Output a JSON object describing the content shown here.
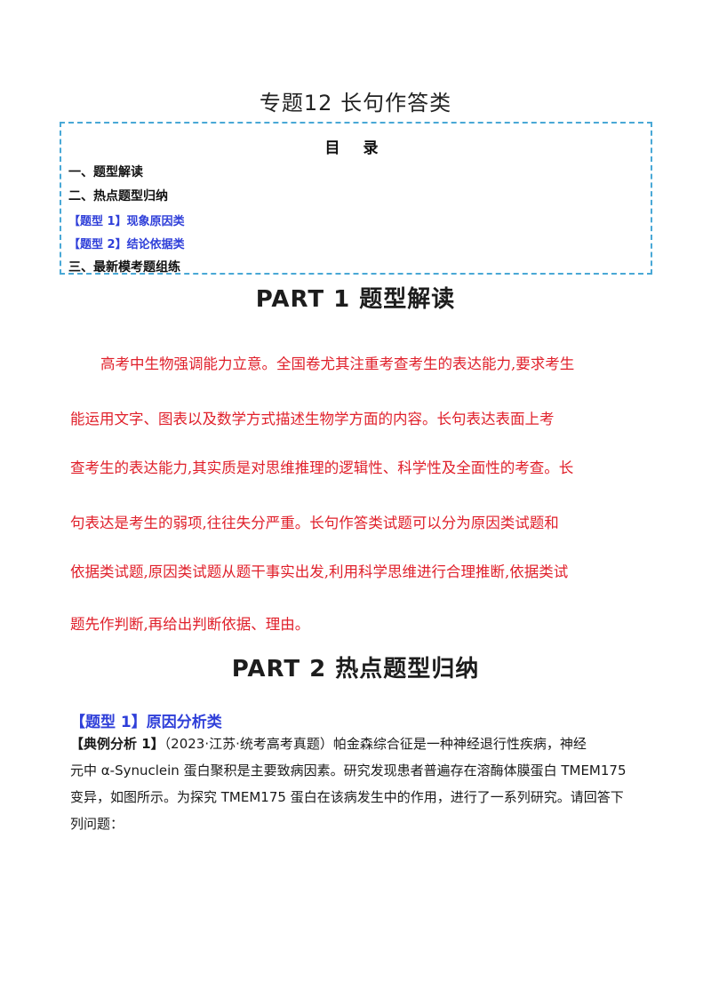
{
  "title": "专题12    长句作答类",
  "toc": {
    "heading": "目 录",
    "items": [
      {
        "label": "一、题型解读",
        "style": "normal"
      },
      {
        "label": "二、热点题型归纳",
        "style": "normal"
      },
      {
        "label": "【题型 1】现象原因类",
        "style": "link"
      },
      {
        "label": "【题型 2】结论依据类",
        "style": "link"
      },
      {
        "label": "三、最新模考题组练",
        "style": "normal"
      }
    ]
  },
  "part1": {
    "banner": "PART 1 题型解读"
  },
  "intro_lines": [
    "高考中生物强调能力立意。全国卷尤其注重考查考生的表达能力,要求考生",
    "能运用文字、图表以及数学方式描述生物学方面的内容。长句表达表面上考",
    "查考生的表达能力,其实质是对思维推理的逻辑性、科学性及全面性的考查。长",
    "句表达是考生的弱项,往往失分严重。长句作答类试题可以分为原因类试题和",
    "依据类试题,原因类试题从题干事实出发,利用科学思维进行合理推断,依据类试",
    "题先作判断,再给出判断依据、理由。"
  ],
  "part2": {
    "banner": "PART 2 热点题型归纳"
  },
  "section": {
    "heading": "【题型 1】原因分析类"
  },
  "example": {
    "tag": "【典例分析 1】",
    "line1_rest": "（2023·江苏·统考高考真题）帕金森综合征是一种神经退行性疾病，神经",
    "line2": "元中 α-Synuclein 蛋白聚积是主要致病因素。研究发现患者普遍存在溶酶体膜蛋白 TMEM175",
    "line3": "变异，如图所示。为探究 TMEM175 蛋白在该病发生中的作用，进行了一系列研究。请回答下",
    "line4": "列问题："
  }
}
